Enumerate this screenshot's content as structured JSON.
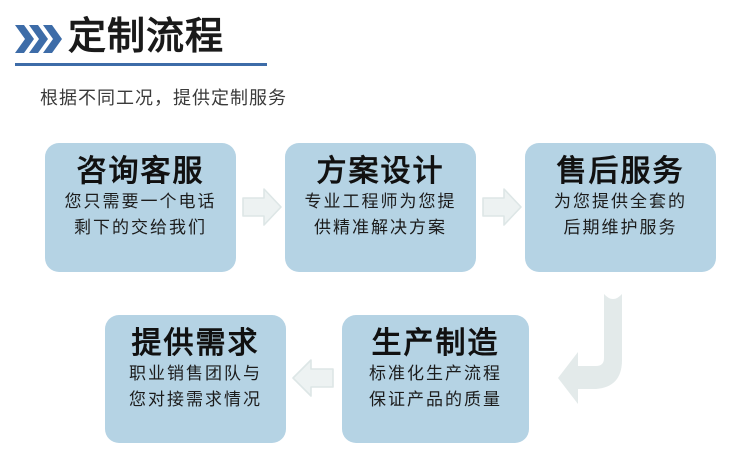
{
  "header": {
    "chevron_icon": "triple-chevron-right-icon",
    "title": "定制流程",
    "subtitle": "根据不同工况，提供定制服务",
    "accent_color": "#3d6ca8"
  },
  "theme": {
    "card_fill": "#b5d3e4",
    "arrow_fill": "#e3eaea",
    "text_color": "#111111"
  },
  "flow": {
    "row1": [
      {
        "id": "consult",
        "title": "咨询客服",
        "desc_line1": "您只需要一个电话",
        "desc_line2": "剩下的交给我们"
      },
      {
        "id": "design",
        "title": "方案设计",
        "desc_line1": "专业工程师为您提",
        "desc_line2": "供精准解决方案"
      },
      {
        "id": "after-sales",
        "title": "售后服务",
        "desc_line1": "为您提供全套的",
        "desc_line2": "后期维护服务"
      }
    ],
    "row2": [
      {
        "id": "demand",
        "title": "提供需求",
        "desc_line1": "职业销售团队与",
        "desc_line2": "您对接需求情况"
      },
      {
        "id": "produce",
        "title": "生产制造",
        "desc_line1": "标准化生产流程",
        "desc_line2": "保证产品的质量"
      }
    ],
    "connectors": [
      {
        "id": "consult-to-design",
        "icon": "arrow-right-icon"
      },
      {
        "id": "design-to-after-sales",
        "icon": "arrow-right-icon"
      },
      {
        "id": "produce-to-demand",
        "icon": "arrow-left-icon"
      },
      {
        "id": "after-sales-to-produce",
        "icon": "bent-arrow-down-left-icon"
      }
    ]
  }
}
